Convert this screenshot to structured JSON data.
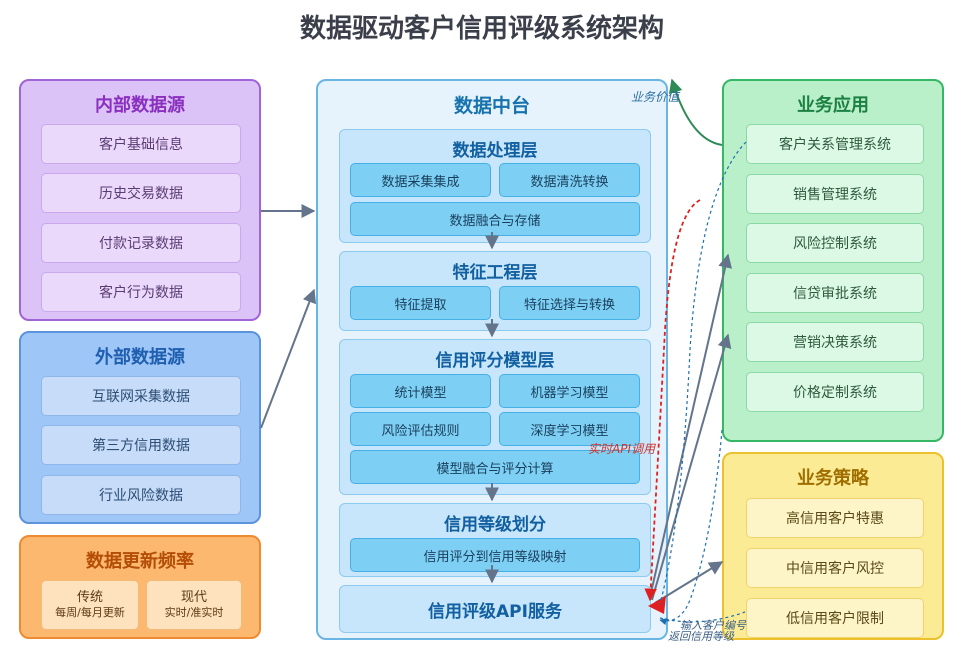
{
  "title": "数据驱动客户信用评级系统架构",
  "internal": {
    "title": "内部数据源",
    "items": [
      "客户基础信息",
      "历史交易数据",
      "付款记录数据",
      "客户行为数据"
    ]
  },
  "external": {
    "title": "外部数据源",
    "items": [
      "互联网采集数据",
      "第三方信用数据",
      "行业风险数据"
    ]
  },
  "frequency": {
    "title": "数据更新频率",
    "items": [
      {
        "name": "传统",
        "desc": "每周/每月更新"
      },
      {
        "name": "现代",
        "desc": "实时/准实时"
      }
    ]
  },
  "platform": {
    "title": "数据中台",
    "processing": {
      "title": "数据处理层",
      "items": [
        "数据采集集成",
        "数据清洗转换",
        "数据融合与存储"
      ]
    },
    "feature": {
      "title": "特征工程层",
      "items": [
        "特征提取",
        "特征选择与转换"
      ]
    },
    "model": {
      "title": "信用评分模型层",
      "items": [
        "统计模型",
        "机器学习模型",
        "风险评估规则",
        "深度学习模型",
        "模型融合与评分计算"
      ]
    },
    "grading": {
      "title": "信用等级划分",
      "items": [
        "信用评分到信用等级映射"
      ]
    },
    "api": {
      "title": "信用评级API服务"
    }
  },
  "apps": {
    "title": "业务应用",
    "items": [
      "客户关系管理系统",
      "销售管理系统",
      "风险控制系统",
      "信贷审批系统",
      "营销决策系统",
      "价格定制系统"
    ]
  },
  "strategy": {
    "title": "业务策略",
    "items": [
      "高信用客户特惠",
      "中信用客户风控",
      "低信用客户限制"
    ]
  },
  "annotations": {
    "business_value": "业务价值",
    "realtime_api": "实时API调用",
    "input_id": "输入客户编号",
    "return_grade": "返回信用等级"
  },
  "colors": {
    "arrow": "#64748b",
    "green_arrow": "#2e8b57",
    "red_dashed": "#e02020",
    "blue_dashed": "#1a6fb0"
  }
}
